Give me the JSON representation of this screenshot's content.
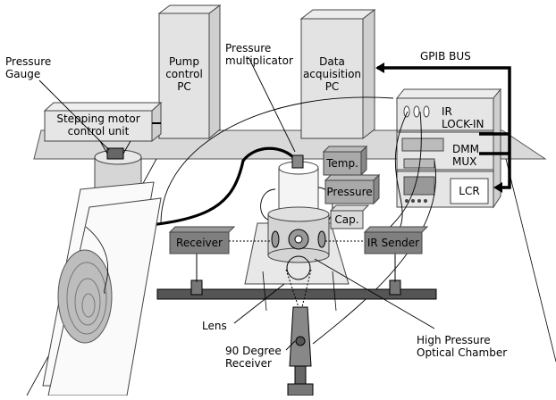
{
  "labels": {
    "pressure_gauge": [
      "Pressure",
      "Gauge"
    ],
    "pump_control_pc": [
      "Pump",
      "control",
      "PC"
    ],
    "pressure_multiplicator": [
      "Pressure",
      "multiplicator"
    ],
    "data_acquisition_pc": [
      "Data",
      "acquisition",
      "PC"
    ],
    "gpib_bus": "GPIB BUS",
    "stepping_motor": [
      "Stepping motor",
      "control unit"
    ],
    "ir_lockin": [
      "IR",
      "LOCK-IN"
    ],
    "dmm_mux": [
      "DMM",
      "MUX"
    ],
    "lcr": "LCR",
    "temp": "Temp.",
    "pressure_box": "Pressure",
    "cap": "Cap.",
    "receiver": "Receiver",
    "ir_sender": "IR Sender",
    "lens": "Lens",
    "receiver_90": [
      "90 Degree",
      "Receiver"
    ],
    "chamber": [
      "High Pressure",
      "Optical Chamber"
    ]
  }
}
